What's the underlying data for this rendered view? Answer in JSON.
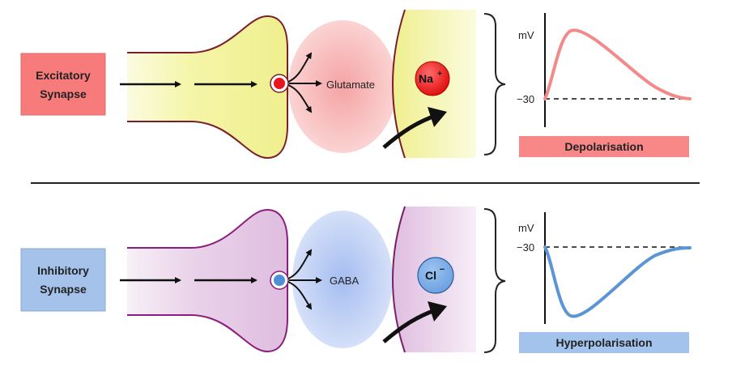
{
  "excitatory": {
    "label_line1": "Excitatory",
    "label_line2": "Synapse",
    "neurotransmitter": "Glutamate",
    "ion": "Na",
    "ion_charge": "+",
    "graph_ylabel": "mV",
    "graph_threshold": "−30",
    "result": "Depolarisation",
    "colors": {
      "box": "#f77b7b",
      "cleft": "#f5a8a8",
      "terminal": "#f4f4a6",
      "vesicle": "#e8151a",
      "bar": "#f88787",
      "trace": "#f28a8a"
    }
  },
  "inhibitory": {
    "label_line1": "Inhibitory",
    "label_line2": "Synapse",
    "neurotransmitter": "GABA",
    "ion": "Cl",
    "ion_charge": "−",
    "graph_ylabel": "mV",
    "graph_threshold": "−30",
    "result": "Hyperpolarisation",
    "colors": {
      "box": "#a4c2ea",
      "cleft": "#a9bff0",
      "terminal": "#ead0ea",
      "vesicle": "#4f8fd6",
      "bar": "#a3c3ec",
      "trace": "#5a96d6"
    }
  }
}
